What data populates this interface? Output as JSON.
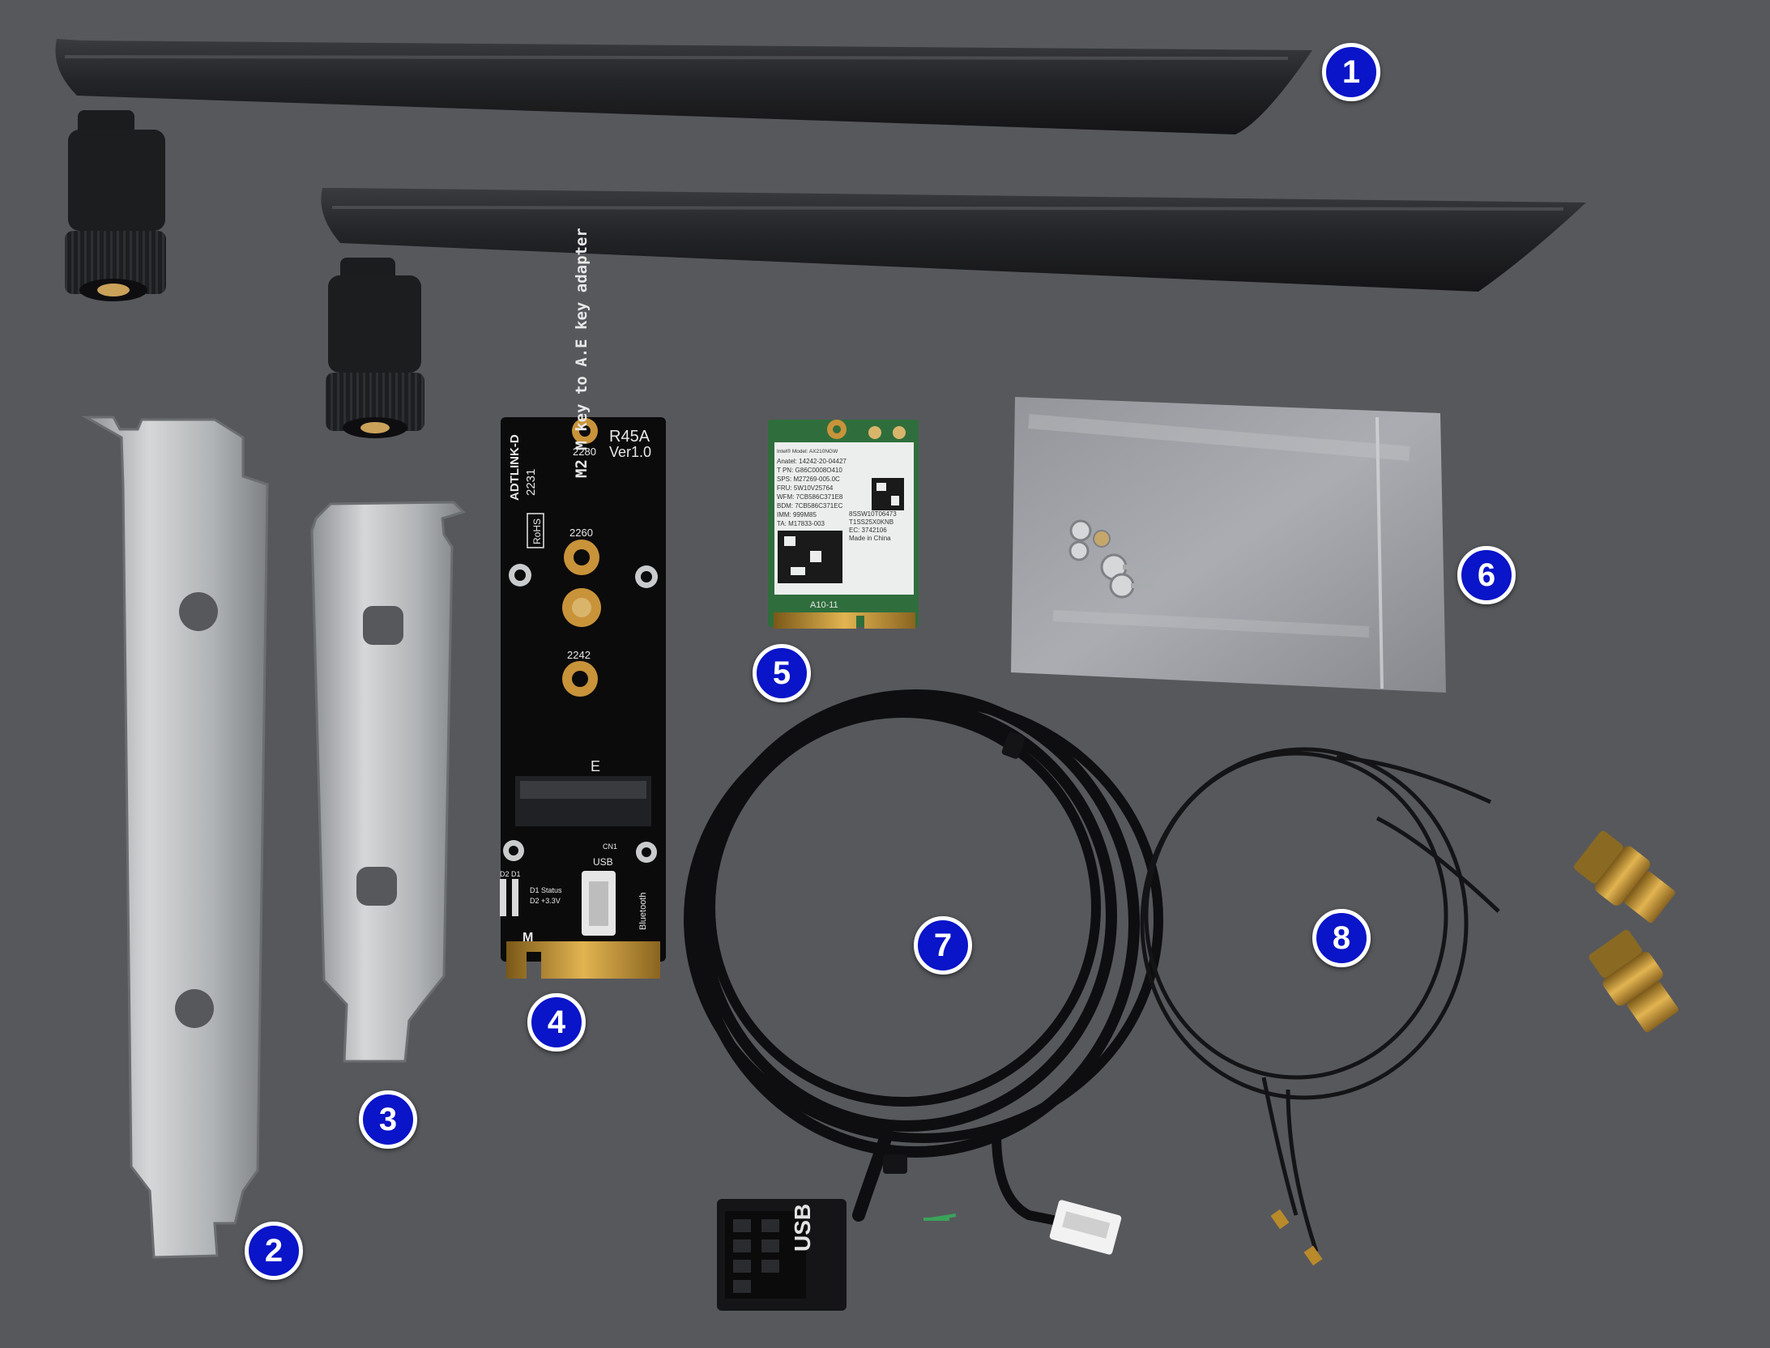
{
  "colors": {
    "background": "#57585c",
    "tag_fill": "#0a14c8",
    "tag_border": "#ffffff",
    "antenna": "#26272a",
    "bracket": "#b9bcbe",
    "pcb": "#0b0b0c",
    "pcb_gold": "#c9933a",
    "card_green": "#2f6e3c",
    "coax_gold": "#b98a2a"
  },
  "items": [
    {
      "number": "1"
    },
    {
      "number": "2"
    },
    {
      "number": "3"
    },
    {
      "number": "4"
    },
    {
      "number": "5"
    },
    {
      "number": "6"
    },
    {
      "number": "7"
    },
    {
      "number": "8"
    }
  ],
  "adapter_board": {
    "model": "R45A",
    "version": "Ver1.0",
    "brand": "ADTLINK-D",
    "date_code": "2231",
    "title": "M2 M key to A.E key adapter",
    "length_2280": "2280",
    "length_2260": "2260",
    "length_2242": "2242",
    "key_e": "E",
    "key_m": "M",
    "rohs": "RoHS",
    "usb": "USB",
    "bluetooth": "Bluetooth",
    "leds": "D2 D1",
    "led_legend_1": "D1 Status",
    "led_legend_2": "D2 +3.3V",
    "connector": "CN1"
  },
  "wifi_card": {
    "model_line": "Intel® Model: AX210NGW",
    "line_1": "Anatel: 14242-20-04427",
    "line_2": "T PN: G86C0008O410",
    "line_3": "SPS: M27269-005.0C",
    "line_4": "FRU: 5W10V25764",
    "line_5": "WFM: 7CB586C371E8",
    "line_6": "BDM: 7CB586C371EC",
    "line_7": "IMM: 999M85",
    "line_8": "TA: M17833-003",
    "serial": "8SSW10T06473",
    "serial_2": "T1SS25X0KNB",
    "ec": "EC: 3742106",
    "origin": "Made in China",
    "edge": "A10-11"
  },
  "usb_header": {
    "label": "USB"
  }
}
